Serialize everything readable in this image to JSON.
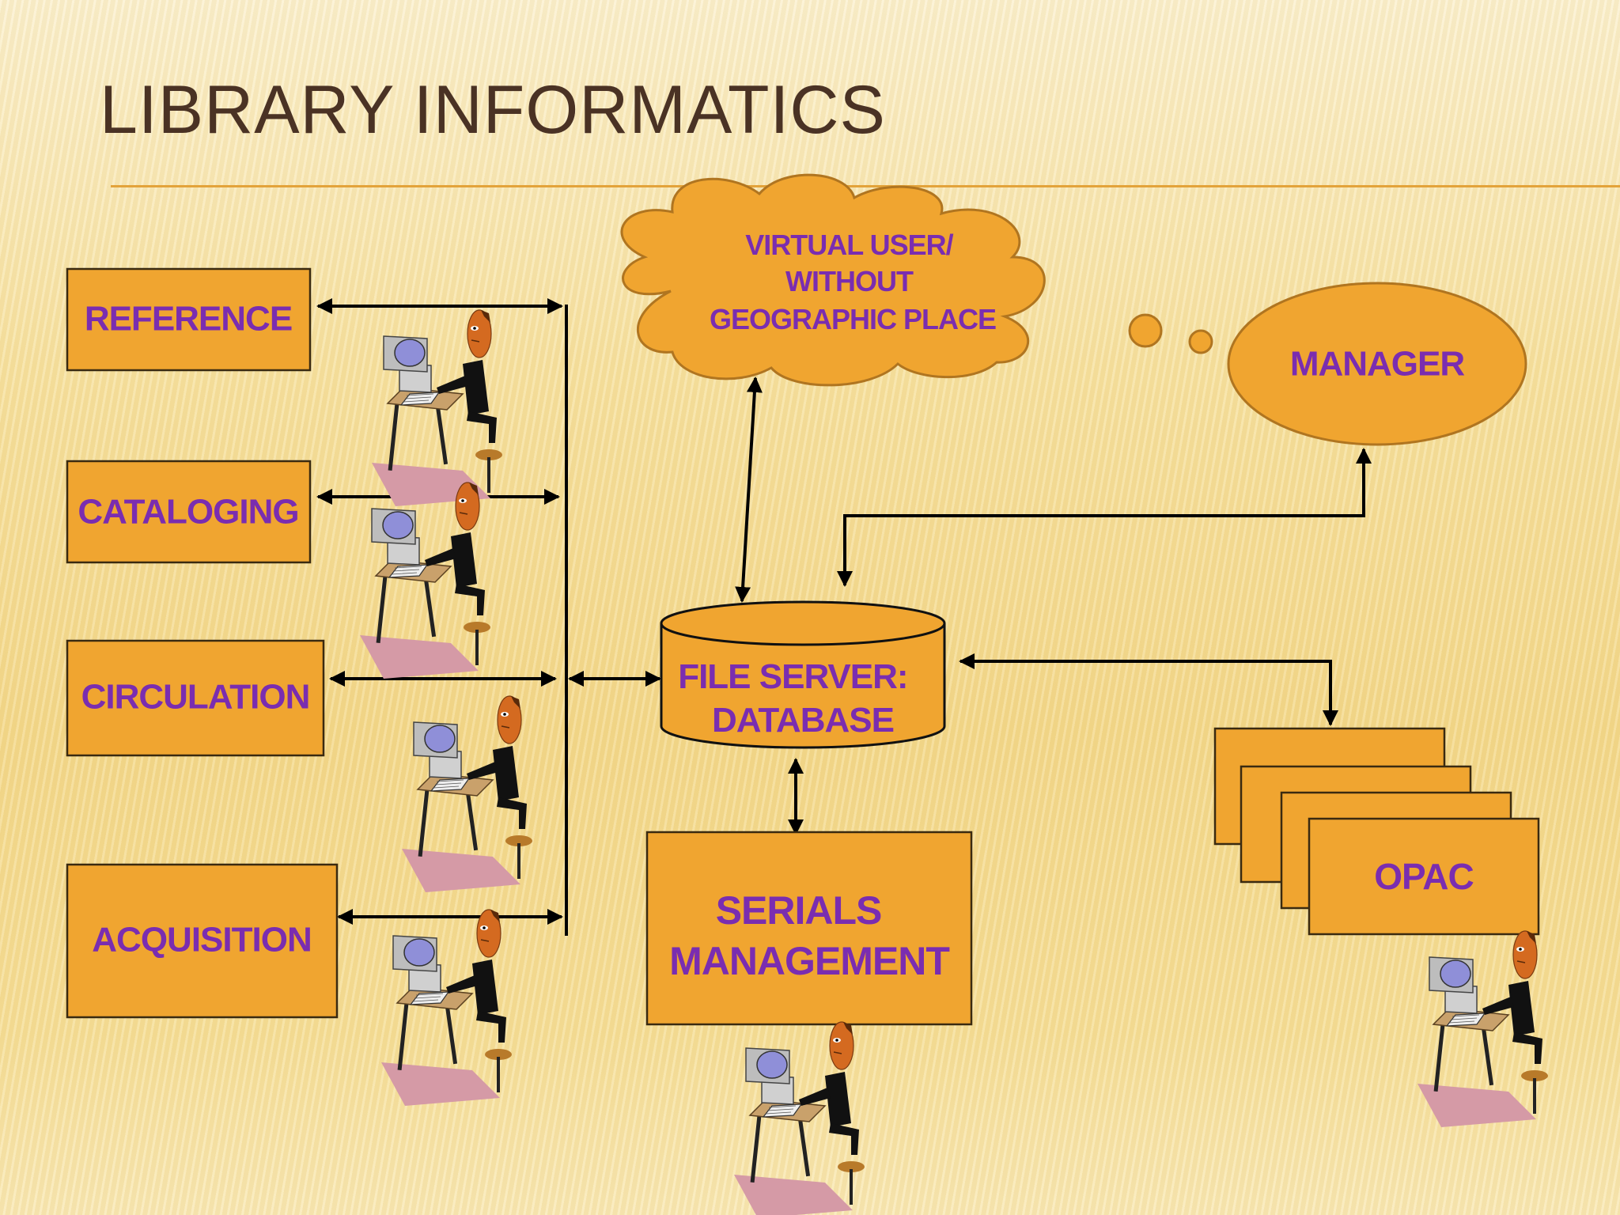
{
  "title": "LIBRARY INFORMATICS",
  "nodes": {
    "reference": "REFERENCE",
    "cataloging": "CATALOGING",
    "circulation": "CIRCULATION",
    "acquisition": "ACQUISITION",
    "virtual_user": [
      "VIRTUAL USER/",
      "WITHOUT",
      "GEOGRAPHIC PLACE"
    ],
    "manager": "MANAGER",
    "file_server": [
      "FILE SERVER:",
      "DATABASE"
    ],
    "serials": [
      "SERIALS",
      "MANAGEMENT"
    ],
    "opac": "OPAC"
  },
  "colors": {
    "box_fill": "#f0a530",
    "label_text": "#7a2db0",
    "title_text": "#4a3224",
    "connector": "#000000"
  },
  "icons": [
    "person-at-computer-icon"
  ]
}
